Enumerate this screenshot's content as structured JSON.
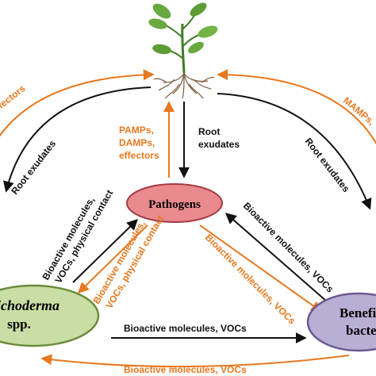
{
  "colors": {
    "orange": "#e8781f",
    "black": "#111111",
    "pathogens_fill": "#e98a8f",
    "trichoderma_fill": "#c9dea4",
    "bacteria_fill": "#b9aed3",
    "stem": "#3f7a2a",
    "leaf": "#68a940",
    "roots": "#7b5a3e"
  },
  "icons": {
    "plant": "plant-with-roots-icon"
  },
  "nodes": {
    "pathogens": "Pathogens",
    "trichoderma_line1": "richoderma",
    "trichoderma_line2": "spp.",
    "bacteria_line1": "Benefic",
    "bacteria_line2": "bacter"
  },
  "labels": {
    "left_arc_orange": "ffectors",
    "left_arc_black": "Root exudates",
    "right_arc_orange": "MAMPs, ",
    "right_arc_black": "Root exudates",
    "center_orange_1": "PAMPs,",
    "center_orange_2": "DAMPs,",
    "center_orange_3": "effectors",
    "center_black_1": "Root",
    "center_black_2": "exudates",
    "tricho_to_path_black_1": "Bioactive molecules,",
    "tricho_to_path_black_2": "VOCs, physical contact",
    "path_to_tricho_orange_1": "Bioactive molecules,",
    "path_to_tricho_orange_2": "VOCs, physical contact",
    "bact_to_path_black": "Bioactive molecules, VOCs",
    "path_to_bact_orange": "Bioactive molecules, VOCs",
    "tricho_to_bact_black": "Bioactive molecules, VOCs",
    "bact_to_tricho_orange": "Bioactive molecules, VOCs"
  }
}
